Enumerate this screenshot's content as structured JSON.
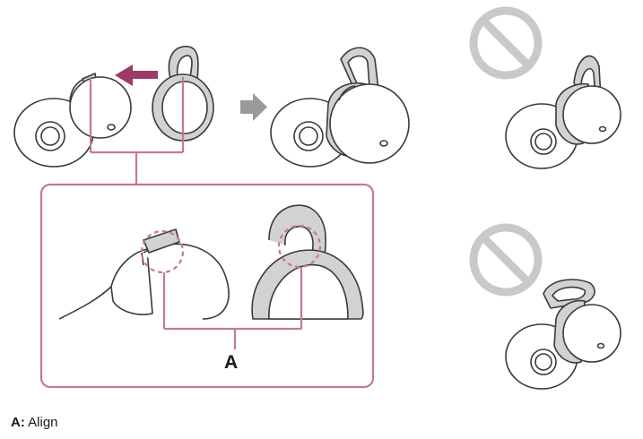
{
  "callout": {
    "letter": "A"
  },
  "legend": {
    "key": "A:",
    "text": "Align"
  },
  "colors": {
    "accent": "#c4779e",
    "arrow": "#9b3b66",
    "next_arrow": "#9a9a9a",
    "prohibit": "#c9c9c9",
    "outline": "#3a3a3a",
    "band_fill": "#d2d2d2"
  },
  "icons": [
    "earbud-icon",
    "fitting-ring-icon",
    "move-arrow-icon",
    "next-step-arrow-icon",
    "prohibited-icon"
  ]
}
